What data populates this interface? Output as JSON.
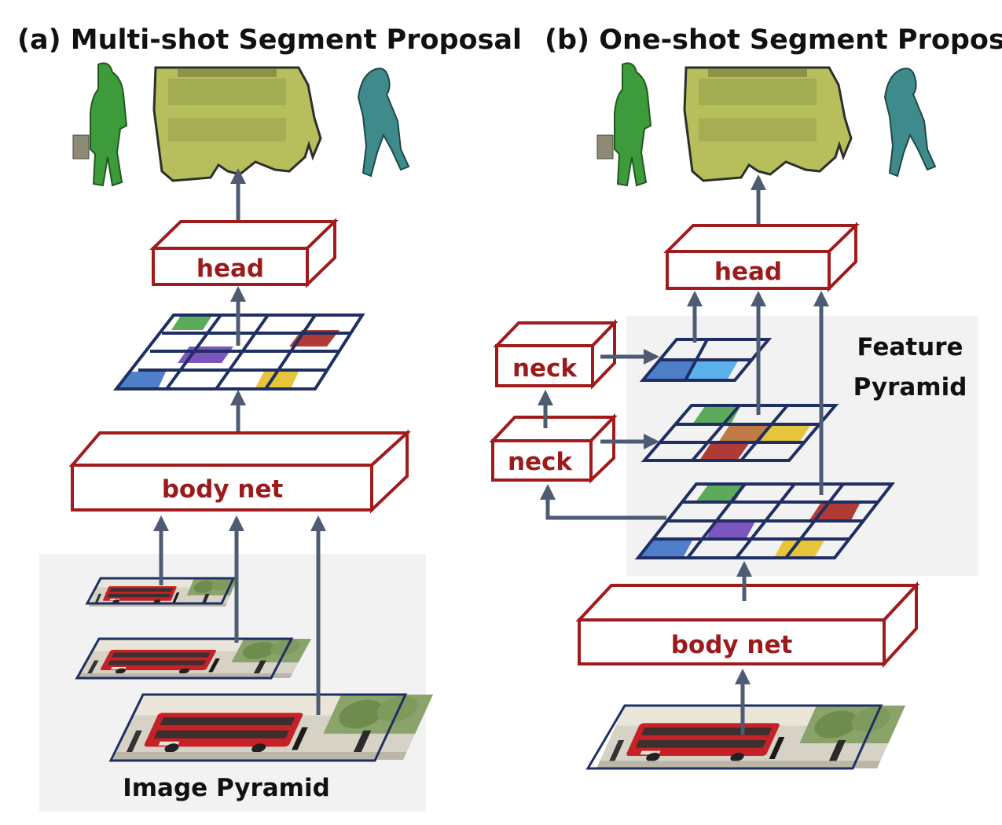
{
  "titles": {
    "a": "(a) Multi-shot Segment Proposal",
    "b": "(b) One-shot Segment Proposal"
  },
  "labels": {
    "head": "head",
    "body_net": "body net",
    "neck": "neck",
    "image_pyramid": "Image Pyramid",
    "feature_pyramid_line1": "Feature",
    "feature_pyramid_line2": "Pyramid"
  },
  "colors": {
    "box_red": "#a11a1c",
    "grid_navy": "#1f2f63",
    "arrow_gray": "#4d5b73",
    "panel_gray": "#f2f2f2",
    "cell_green": "#5cab5c",
    "cell_red": "#b03a36",
    "cell_purple": "#7d55be",
    "cell_blue": "#4f7fc9",
    "cell_yellow": "#e7c53a",
    "cell_lightblue": "#5bb2ea",
    "cell_brown": "#c07a45"
  },
  "icons": [
    "person-with-bag-icon",
    "double-decker-bus-icon",
    "walking-person-icon",
    "street-photo-icon"
  ]
}
